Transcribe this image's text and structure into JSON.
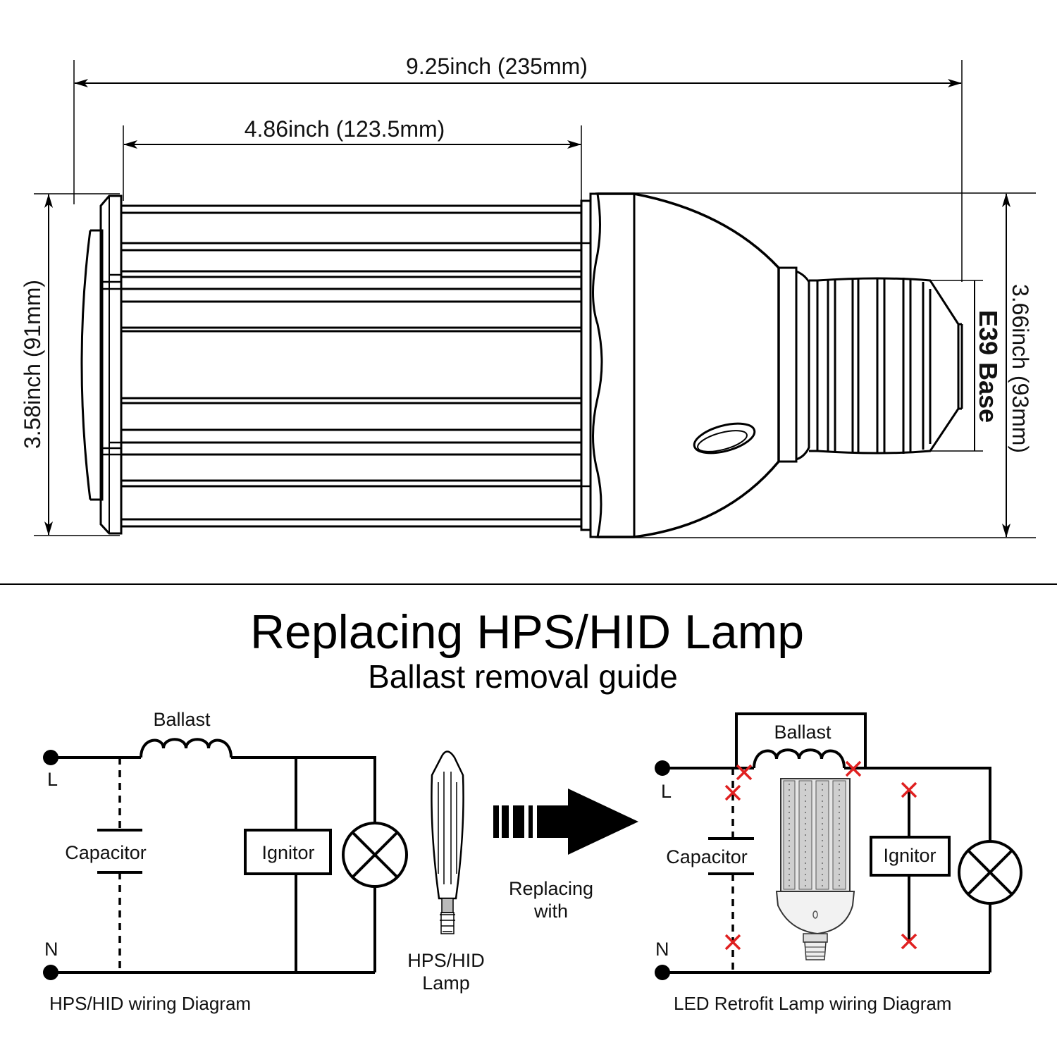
{
  "dimensions": {
    "overall_length": "9.25inch (235mm)",
    "body_length": "4.86inch (123.5mm)",
    "body_diameter": "3.58inch (91mm)",
    "head_diameter": "3.66inch (93mm)",
    "base_type": "E39 Base"
  },
  "title": "Replacing HPS/HID Lamp",
  "subtitle": "Ballast removal guide",
  "hps_diagram": {
    "line_label": "L",
    "neutral_label": "N",
    "ballast_label": "Ballast",
    "capacitor_label": "Capacitor",
    "ignitor_label": "Ignitor",
    "caption": "HPS/HID wiring Diagram"
  },
  "replace": {
    "lamp_line1": "HPS/HID",
    "lamp_line2": "Lamp",
    "arrow_line1": "Replacing",
    "arrow_line2": "with"
  },
  "led_diagram": {
    "line_label": "L",
    "neutral_label": "N",
    "ballast_label": "Ballast",
    "capacitor_label": "Capacitor",
    "ignitor_label": "Ignitor",
    "caption": "LED Retrofit Lamp wiring Diagram"
  }
}
